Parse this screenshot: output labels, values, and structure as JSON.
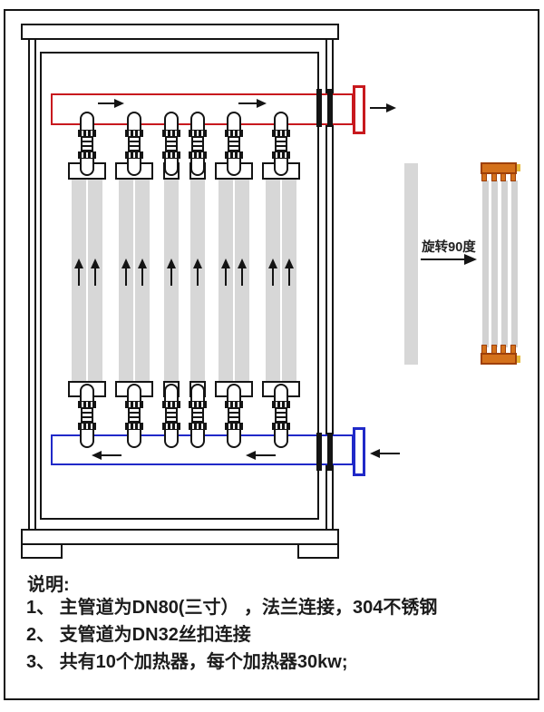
{
  "side_view": {
    "rotate_label": "旋转90度"
  },
  "notes": {
    "title": "说明:",
    "items": [
      "1、 主管道为DN80(三寸） ，法兰连接，304不锈钢",
      "2、 支管道为DN32丝扣连接",
      "3、 共有10个加热器，每个加热器30kw;"
    ]
  },
  "colors": {
    "outlet_pipe_red": "#c8191e",
    "inlet_pipe_blue": "#2029c8",
    "tube_gray": "#d7d7d7",
    "header_orange": "#d4711b",
    "header_border_brown": "#9e4009",
    "tab_yellow": "#e6b93c",
    "line_black": "#141414"
  }
}
